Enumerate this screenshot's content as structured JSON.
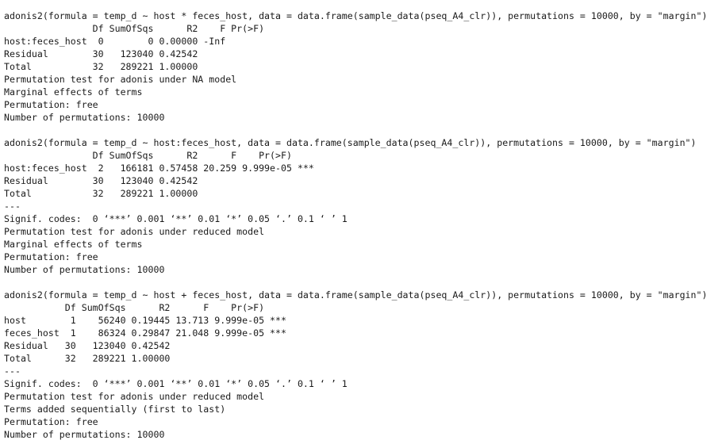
{
  "console": {
    "lines": [
      "adonis2(formula = temp_d ~ host * feces_host, data = data.frame(sample_data(pseq_A4_clr)), permutations = 10000, by = \"margin\")",
      "                Df SumOfSqs      R2    F Pr(>F)",
      "host:feces_host  0        0 0.00000 -Inf       ",
      "Residual        30   123040 0.42542            ",
      "Total           32   289221 1.00000            ",
      "Permutation test for adonis under NA model",
      "Marginal effects of terms",
      "Permutation: free",
      "Number of permutations: 10000",
      "",
      "adonis2(formula = temp_d ~ host:feces_host, data = data.frame(sample_data(pseq_A4_clr)), permutations = 10000, by = \"margin\")",
      "                Df SumOfSqs      R2      F    Pr(>F)    ",
      "host:feces_host  2   166181 0.57458 20.259 9.999e-05 ***",
      "Residual        30   123040 0.42542                     ",
      "Total           32   289221 1.00000                     ",
      "---",
      "Signif. codes:  0 ‘***’ 0.001 ‘**’ 0.01 ‘*’ 0.05 ‘.’ 0.1 ‘ ’ 1",
      "Permutation test for adonis under reduced model",
      "Marginal effects of terms",
      "Permutation: free",
      "Number of permutations: 10000",
      "",
      "adonis2(formula = temp_d ~ host + feces_host, data = data.frame(sample_data(pseq_A4_clr)), permutations = 10000, by = \"margin\")",
      "           Df SumOfSqs      R2      F    Pr(>F)    ",
      "host        1    56240 0.19445 13.713 9.999e-05 ***",
      "feces_host  1    86324 0.29847 21.048 9.999e-05 ***",
      "Residual   30   123040 0.42542                     ",
      "Total      32   289221 1.00000                     ",
      "---",
      "Signif. codes:  0 ‘***’ 0.001 ‘**’ 0.01 ‘*’ 0.05 ‘.’ 0.1 ‘ ’ 1",
      "Permutation test for adonis under reduced model",
      "Terms added sequentially (first to last)",
      "Permutation: free",
      "Number of permutations: 10000"
    ]
  }
}
